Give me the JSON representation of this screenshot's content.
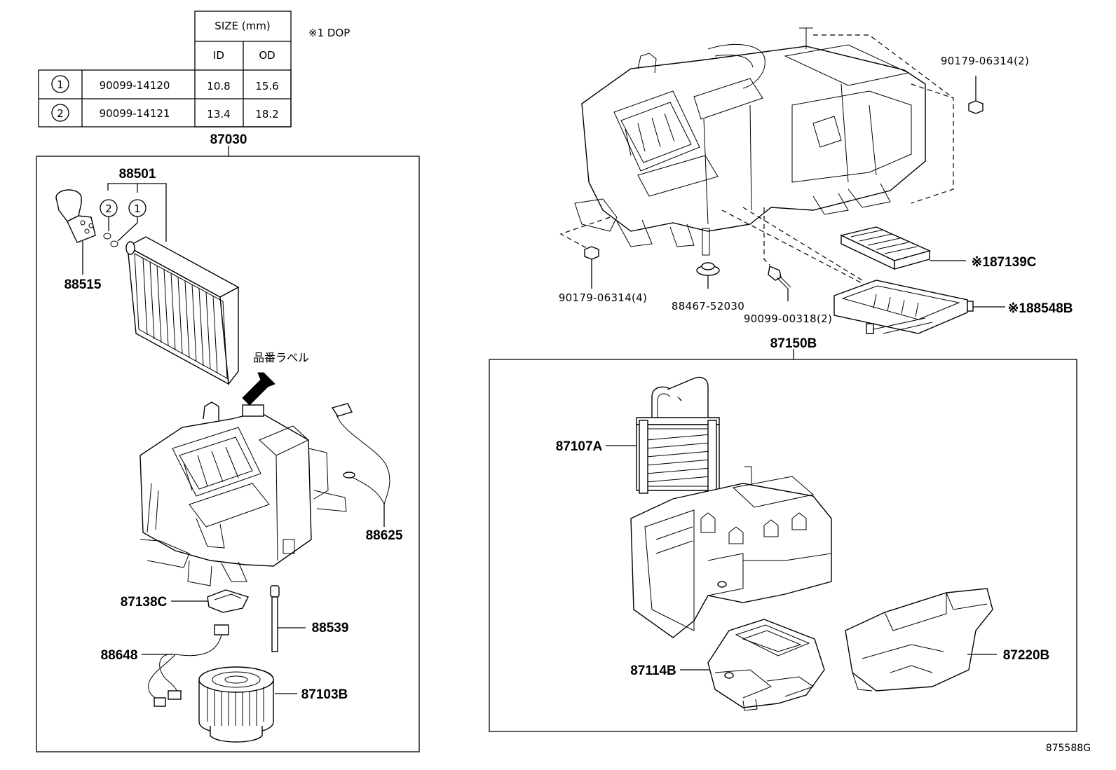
{
  "size_table": {
    "header_size": "SIZE (mm)",
    "header_id": "ID",
    "header_od": "OD",
    "note": "※1 DOP",
    "rows": [
      {
        "ref": "1",
        "part": "90099-14120",
        "id": "10.8",
        "od": "15.6"
      },
      {
        "ref": "2",
        "part": "90099-14121",
        "id": "13.4",
        "od": "18.2"
      }
    ]
  },
  "left_group": {
    "assembly": "87030",
    "p88501": "88501",
    "p88515": "88515",
    "ring_2": "2",
    "ring_1": "1",
    "label_note": "品番ラベル",
    "p88625": "88625",
    "p87138c": "87138C",
    "p88539": "88539",
    "p88648": "88648",
    "p87103b": "87103B"
  },
  "top_right": {
    "b90179_2": "90179-06314(2)",
    "b90179_4": "90179-06314(4)",
    "p88467": "88467-52030",
    "b90099": "90099-00318(2)",
    "p87139c": "※187139C",
    "p88548b": "※188548B"
  },
  "right_group": {
    "assembly": "87150B",
    "p87107a": "87107A",
    "p87114b": "87114B",
    "p87220b": "87220B"
  },
  "figure_code": "875588G"
}
